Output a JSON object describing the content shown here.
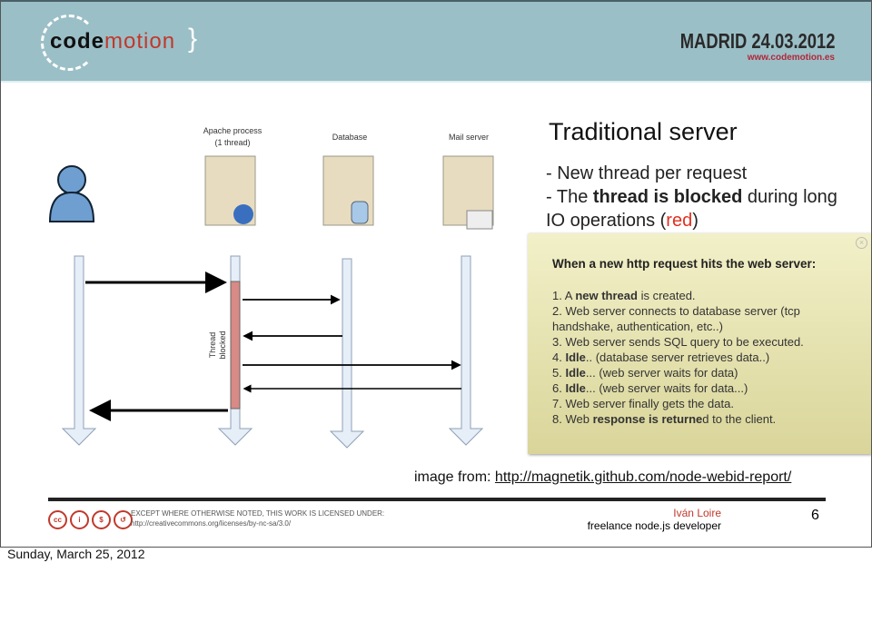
{
  "header": {
    "logo_text_dark": "code",
    "logo_text_red": "motion",
    "event": "MADRID 24.03.2012",
    "url": "www.codemotion.es"
  },
  "diagram": {
    "actors": [
      "Apache process",
      "(1 thread)",
      "Database",
      "Mail server"
    ],
    "blocked_label": [
      "Thread",
      "blocked"
    ]
  },
  "slide": {
    "title": "Traditional server",
    "bullets": {
      "b1": "- New thread per request",
      "b2_pre": "- The ",
      "b2_bold": "thread is blocked",
      "b2_post": " during long IO operations (",
      "b2_red": "red",
      "b2_end": ")"
    }
  },
  "note": {
    "heading": "When a new http request hits the web server:",
    "items": [
      {
        "num": "1. ",
        "pre": "A ",
        "bold": "new thread",
        "post": " is created."
      },
      {
        "num": "2. ",
        "pre": "Web server connects to database server (tcp handshake, authentication, etc..)",
        "bold": "",
        "post": ""
      },
      {
        "num": "3. ",
        "pre": "Web server sends SQL query to be executed.",
        "bold": "",
        "post": ""
      },
      {
        "num": "4. ",
        "pre": "",
        "bold": "Idle",
        "post": ".. (database server retrieves data..)"
      },
      {
        "num": "5. ",
        "pre": "",
        "bold": "Idle",
        "post": "... (web server waits for data)"
      },
      {
        "num": "6. ",
        "pre": "",
        "bold": "Idle",
        "post": "... (web server waits for data...)"
      },
      {
        "num": "7. ",
        "pre": "Web server finally gets the data.",
        "bold": "",
        "post": ""
      },
      {
        "num": "8. ",
        "pre": "Web ",
        "bold": "response is returne",
        "post": "d to the client."
      }
    ]
  },
  "credit": {
    "label": "image from: ",
    "link": "http://magnetik.github.com/node-webid-report/"
  },
  "footer": {
    "license1": "EXCEPT WHERE OTHERWISE NOTED, THIS WORK IS LICENSED UNDER:",
    "license2": "http://creativecommons.org/licenses/by-nc-sa/3.0/",
    "author": "Iván Loire",
    "role": "freelance node.js developer",
    "page": "6"
  },
  "date": "Sunday, March 25, 2012"
}
